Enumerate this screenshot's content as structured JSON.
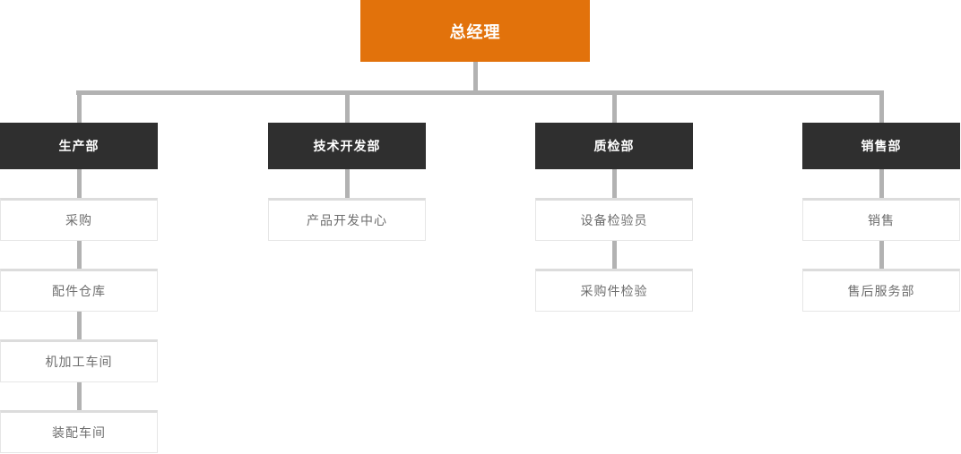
{
  "palette": {
    "root_bg": "#e2720b",
    "root_text": "#ffffff",
    "dept_bg": "#2f2f2f",
    "dept_text": "#ffffff",
    "connector": "#b2b2b2",
    "leaf_bg": "#ffffff",
    "leaf_border": "#e6e6e6",
    "leaf_border_top": "#dcdcdc",
    "leaf_text": "#6e6e6e"
  },
  "org_chart": {
    "root": {
      "label": "总经理"
    },
    "departments": [
      {
        "label": "生产部",
        "children": [
          "采购",
          "配件仓库",
          "机加工车间",
          "装配车间"
        ]
      },
      {
        "label": "技术开发部",
        "children": [
          "产品开发中心"
        ]
      },
      {
        "label": "质检部",
        "children": [
          "设备检验员",
          "采购件检验"
        ]
      },
      {
        "label": "销售部",
        "children": [
          "销售",
          "售后服务部"
        ]
      }
    ]
  }
}
